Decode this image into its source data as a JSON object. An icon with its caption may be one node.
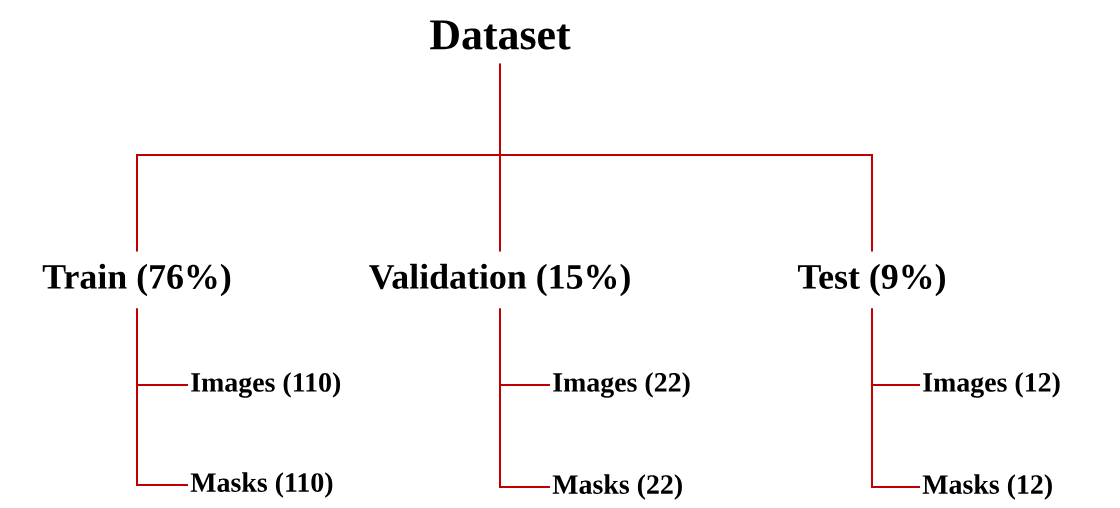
{
  "diagram": {
    "nodes": [
      {
        "text": [
          "Dataset"
        ]
      },
      {
        "text": [
          "Train (76%)"
        ]
      },
      {
        "text": [
          "Validation (15%)"
        ]
      },
      {
        "text": [
          "Test (9%)"
        ]
      },
      {
        "text": [
          "Images (110)"
        ]
      },
      {
        "text": [
          "Masks (110)"
        ]
      },
      {
        "text": [
          "Images (22)"
        ]
      },
      {
        "text": [
          "Masks (22)"
        ]
      },
      {
        "text": [
          "Images (12)"
        ]
      },
      {
        "text": [
          "Masks (12)"
        ]
      }
    ],
    "edges": [
      {
        "from": 0,
        "to": 1,
        "arrow": "none"
      },
      {
        "from": 0,
        "to": 2,
        "arrow": "none"
      },
      {
        "from": 0,
        "to": 3,
        "arrow": "none"
      },
      {
        "from": 1,
        "to": 4,
        "arrow": "none"
      },
      {
        "from": 1,
        "to": 5,
        "arrow": "none"
      },
      {
        "from": 2,
        "to": 6,
        "arrow": "none"
      },
      {
        "from": 2,
        "to": 7,
        "arrow": "none"
      },
      {
        "from": 3,
        "to": 8,
        "arrow": "none"
      },
      {
        "from": 3,
        "to": 9,
        "arrow": "none"
      }
    ]
  }
}
